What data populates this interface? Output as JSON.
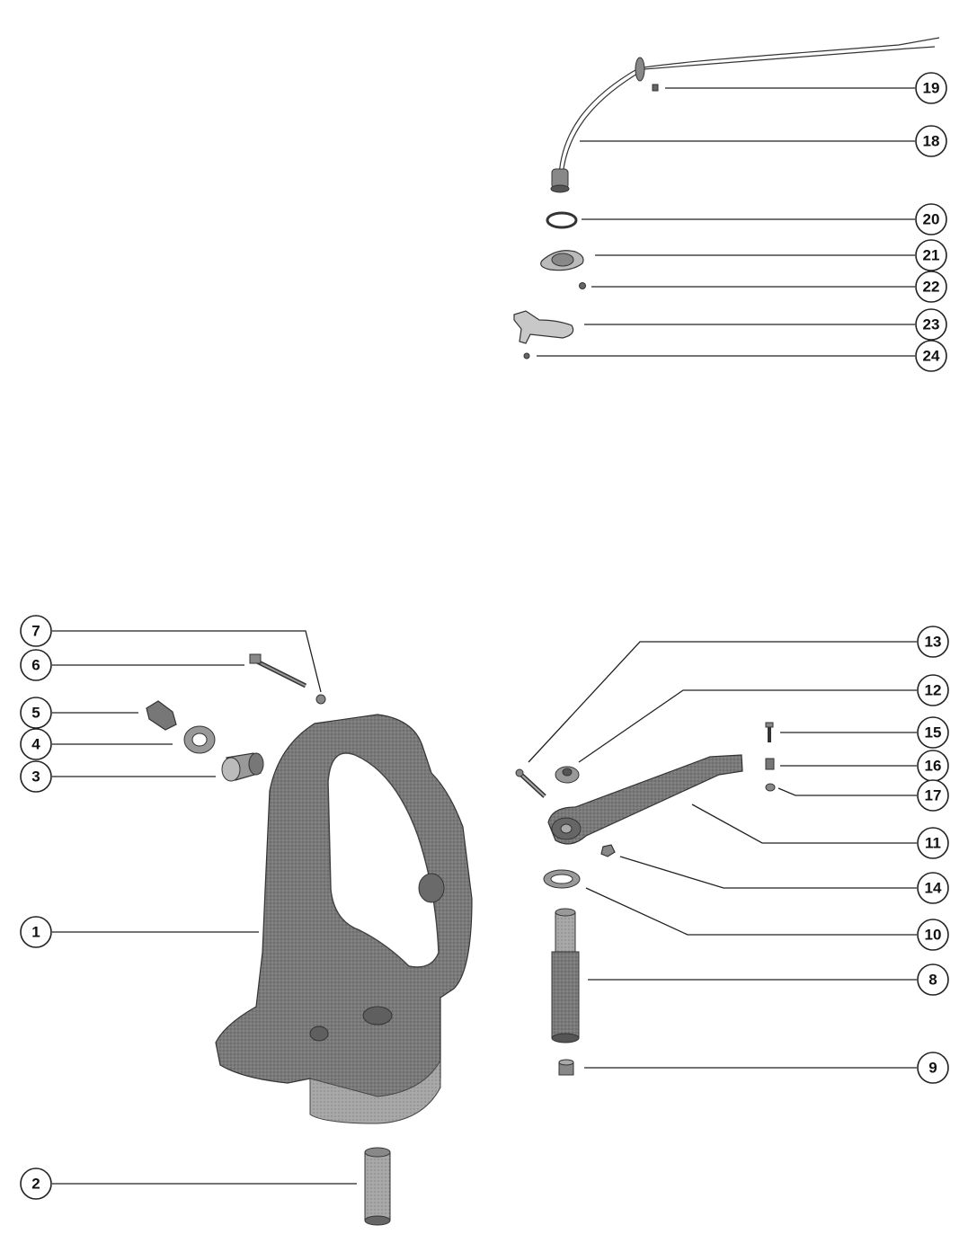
{
  "callouts": [
    {
      "id": "1",
      "label": "1"
    },
    {
      "id": "2",
      "label": "2"
    },
    {
      "id": "3",
      "label": "3"
    },
    {
      "id": "4",
      "label": "4"
    },
    {
      "id": "5",
      "label": "5"
    },
    {
      "id": "6",
      "label": "6"
    },
    {
      "id": "7",
      "label": "7"
    },
    {
      "id": "8",
      "label": "8"
    },
    {
      "id": "9",
      "label": "9"
    },
    {
      "id": "10",
      "label": "10"
    },
    {
      "id": "11",
      "label": "11"
    },
    {
      "id": "12",
      "label": "12"
    },
    {
      "id": "13",
      "label": "13"
    },
    {
      "id": "14",
      "label": "14"
    },
    {
      "id": "15",
      "label": "15"
    },
    {
      "id": "16",
      "label": "16"
    },
    {
      "id": "17",
      "label": "17"
    },
    {
      "id": "18",
      "label": "18"
    },
    {
      "id": "19",
      "label": "19"
    },
    {
      "id": "20",
      "label": "20"
    },
    {
      "id": "21",
      "label": "21"
    },
    {
      "id": "22",
      "label": "22"
    },
    {
      "id": "23",
      "label": "23"
    },
    {
      "id": "24",
      "label": "24"
    }
  ],
  "colors": {
    "line": "#222222",
    "part_dark": "#6f6f6f",
    "part_mid": "#9a9a9a",
    "part_light": "#c8c8c8"
  }
}
